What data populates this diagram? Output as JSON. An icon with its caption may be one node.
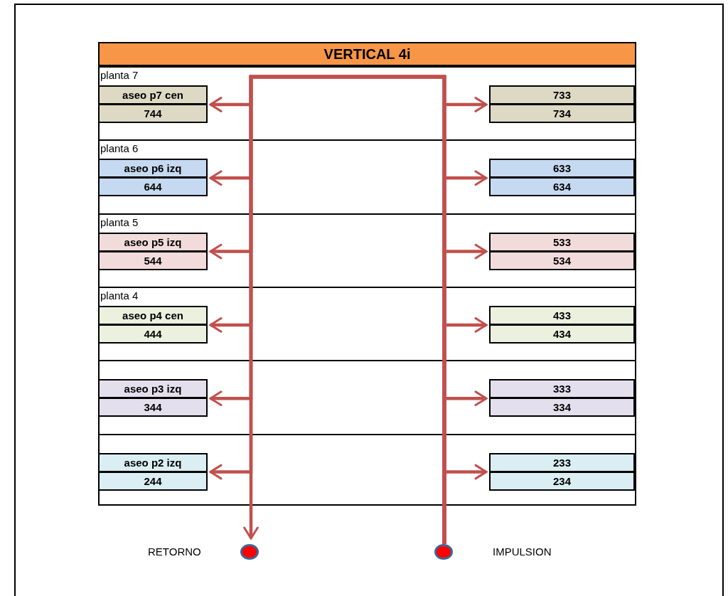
{
  "diagram": {
    "nodes": [
      {
        "text": [
          "VERTICAL 4i"
        ]
      },
      {
        "text": [
          "planta 7"
        ],
        "in": 0
      },
      {
        "text": [
          "aseo p7 cen"
        ],
        "in": 1
      },
      {
        "text": [
          "744"
        ],
        "in": 1
      },
      {
        "text": [
          "733"
        ],
        "in": 1
      },
      {
        "text": [
          "734"
        ],
        "in": 1
      },
      {
        "text": [
          "planta 6"
        ],
        "in": 0
      },
      {
        "text": [
          "aseo p6 izq"
        ],
        "in": 6
      },
      {
        "text": [
          "644"
        ],
        "in": 6
      },
      {
        "text": [
          "633"
        ],
        "in": 6
      },
      {
        "text": [
          "634"
        ],
        "in": 6
      },
      {
        "text": [
          "planta 5"
        ],
        "in": 0
      },
      {
        "text": [
          "aseo p5 izq"
        ],
        "in": 11
      },
      {
        "text": [
          "544"
        ],
        "in": 11
      },
      {
        "text": [
          "533"
        ],
        "in": 11
      },
      {
        "text": [
          "534"
        ],
        "in": 11
      },
      {
        "text": [
          "planta  4"
        ],
        "in": 0
      },
      {
        "text": [
          "aseo p4 cen"
        ],
        "in": 16
      },
      {
        "text": [
          "444"
        ],
        "in": 16
      },
      {
        "text": [
          "433"
        ],
        "in": 16
      },
      {
        "text": [
          "434"
        ],
        "in": 16
      },
      {
        "text": [],
        "shape": "box",
        "in": 0
      },
      {
        "text": [
          "aseo p3 izq"
        ],
        "in": 21
      },
      {
        "text": [
          "344"
        ],
        "in": 21
      },
      {
        "text": [
          "333"
        ],
        "in": 21
      },
      {
        "text": [
          "334"
        ],
        "in": 21
      },
      {
        "text": [],
        "shape": "box",
        "in": 0
      },
      {
        "text": [
          "aseo p2 izq"
        ],
        "in": 26
      },
      {
        "text": [
          "244"
        ],
        "in": 26
      },
      {
        "text": [
          "233"
        ],
        "in": 26
      },
      {
        "text": [
          "234"
        ],
        "in": 26
      },
      {
        "text": [],
        "shape": "circle",
        "beside": [
          "RETORNO"
        ]
      },
      {
        "text": [],
        "shape": "circle",
        "beside": [
          "IMPULSION"
        ]
      }
    ],
    "edges": [
      {
        "from": 32,
        "to": 31,
        "arrow": "to"
      },
      {
        "from": 32,
        "to": 2,
        "arrow": "to"
      },
      {
        "from": 32,
        "to": 4,
        "arrow": "to"
      },
      {
        "from": 32,
        "to": 7,
        "arrow": "to"
      },
      {
        "from": 32,
        "to": 9,
        "arrow": "to"
      },
      {
        "from": 32,
        "to": 12,
        "arrow": "to"
      },
      {
        "from": 32,
        "to": 14,
        "arrow": "to"
      },
      {
        "from": 32,
        "to": 17,
        "arrow": "to"
      },
      {
        "from": 32,
        "to": 19,
        "arrow": "to"
      },
      {
        "from": 32,
        "to": 22,
        "arrow": "to"
      },
      {
        "from": 32,
        "to": 24,
        "arrow": "to"
      },
      {
        "from": 32,
        "to": 27,
        "arrow": "to"
      },
      {
        "from": 32,
        "to": 29,
        "arrow": "to"
      }
    ]
  }
}
